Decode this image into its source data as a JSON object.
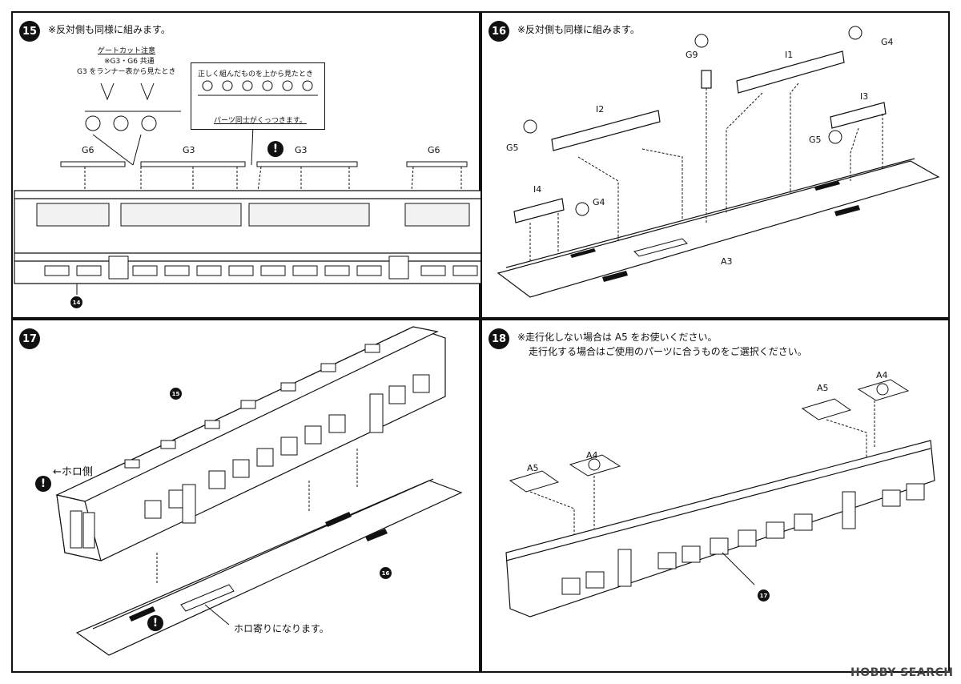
{
  "steps": {
    "s15": {
      "number": "15",
      "note": "※反対側も同様に組みます。",
      "gate_box": {
        "title": "ゲートカット注意",
        "line1": "※G3・G6 共通",
        "line2": "G3 をランナー表から見たとき"
      },
      "view_box": {
        "line1": "正しく組んだものを上から見たとき",
        "line2": "パーツ同士がくっつきます。"
      },
      "labels": [
        "G6",
        "G3",
        "G3",
        "G6"
      ],
      "ref": "14"
    },
    "s16": {
      "number": "16",
      "note": "※反対側も同様に組みます。",
      "labels": {
        "g9": "G9",
        "i1": "I1",
        "g4a": "G4",
        "i2": "I2",
        "i3": "I3",
        "g5a": "G5",
        "g5b": "G5",
        "i4": "I4",
        "g4b": "G4",
        "a3": "A3"
      }
    },
    "s17": {
      "number": "17",
      "horo_side": "←ホロ側",
      "horo_note": "ホロ寄りになります。",
      "ref_a": "15",
      "ref_b": "16"
    },
    "s18": {
      "number": "18",
      "note1": "※走行化しない場合は A5 をお使いください。",
      "note2": "走行化する場合はご使用のパーツに合うものをご選択ください。",
      "labels": {
        "a5a": "A5",
        "a4a": "A4",
        "a5b": "A5",
        "a4b": "A4"
      },
      "ref": "17"
    }
  },
  "watermark": "HOBBY SEARCH"
}
